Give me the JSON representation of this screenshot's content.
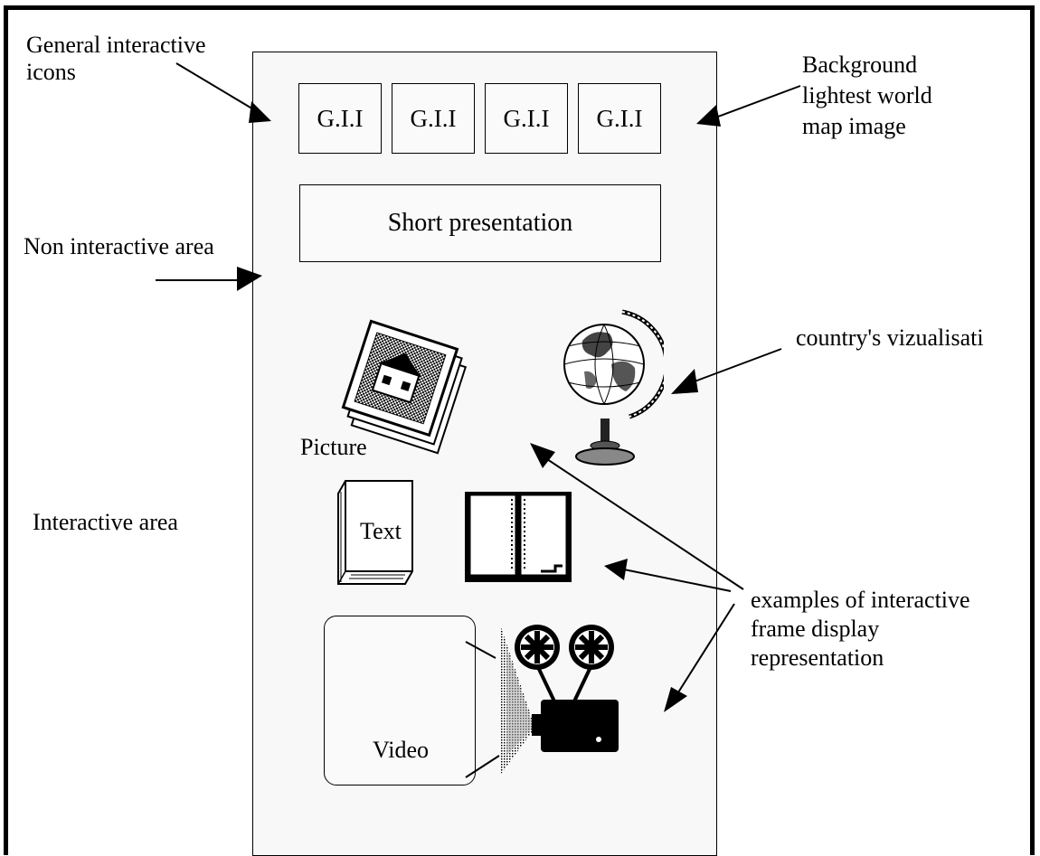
{
  "labels": {
    "general_interactive_icons": "General interactive\nicons",
    "background_map": "Background\nlightest world\nmap image",
    "non_interactive_area": "Non interactive area",
    "countrys_visualisation": "country's vizualisati",
    "interactive_area": "Interactive area",
    "examples": "examples of interactive\nframe display\nrepresentation"
  },
  "gii_buttons": [
    "G.I.I",
    "G.I.I",
    "G.I.I",
    "G.I.I"
  ],
  "short_presentation": "Short presentation",
  "icons": {
    "picture": "Picture",
    "text": "Text",
    "video": "Video",
    "picture_icon": "photo-stack-icon",
    "globe_icon": "globe-icon",
    "book_closed_icon": "book-icon",
    "book_open_icon": "open-book-icon",
    "projector_icon": "film-projector-icon"
  }
}
